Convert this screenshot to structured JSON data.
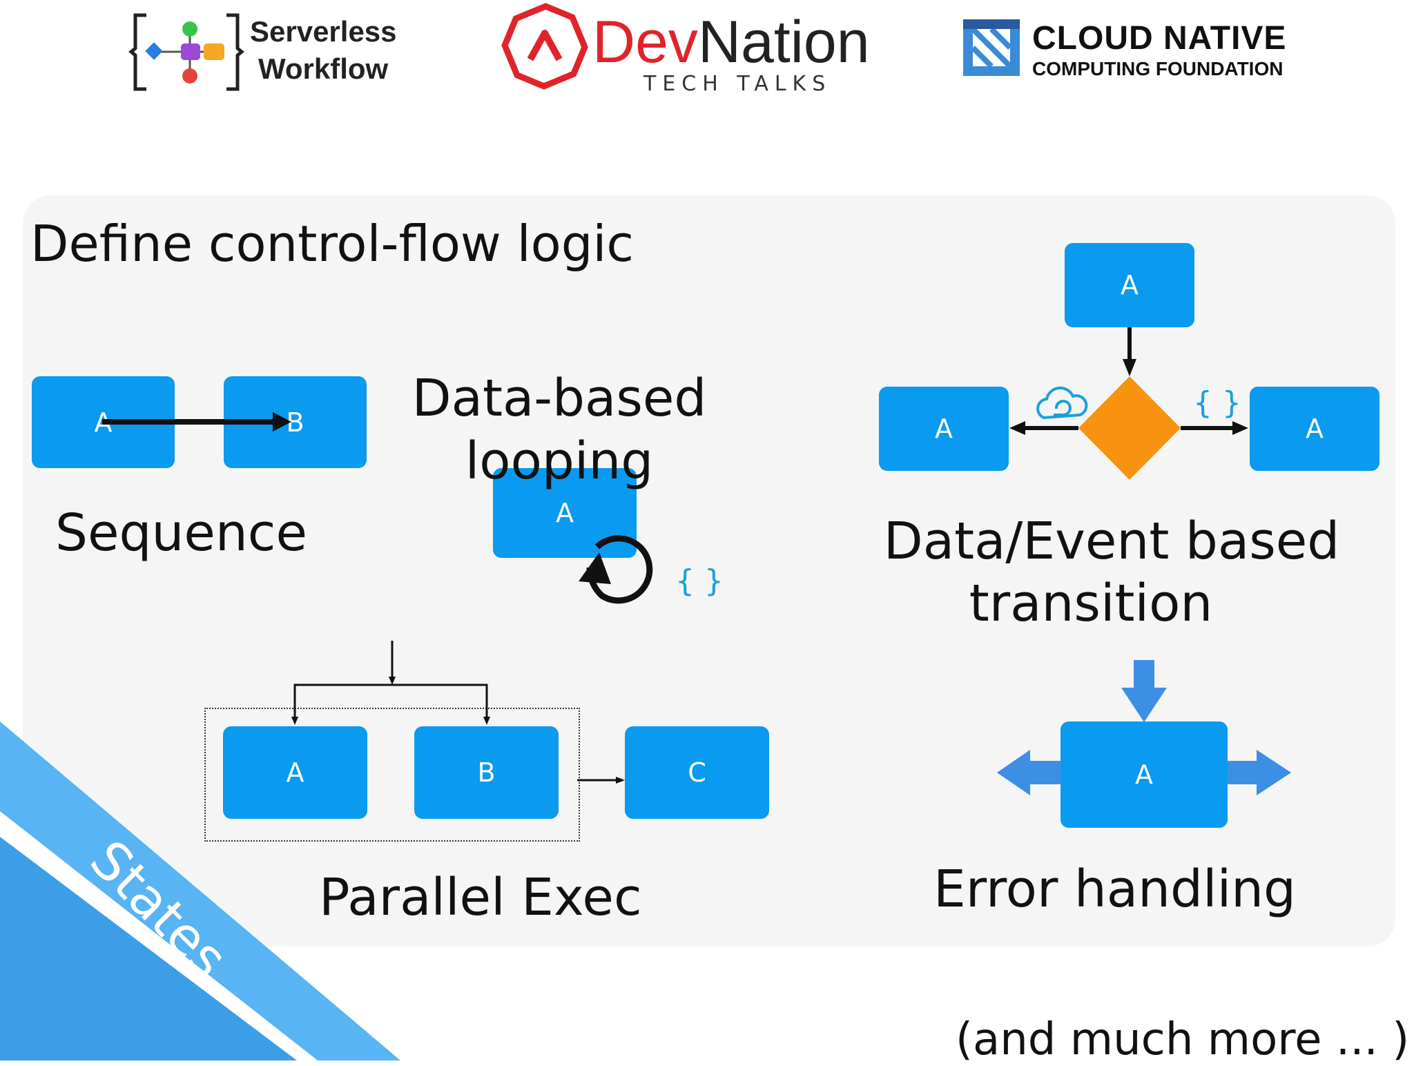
{
  "header": {
    "serverless_logo": {
      "line1": "Serverless",
      "line2": "Workflow"
    },
    "devnation_logo": {
      "dev": "Dev",
      "nation": "Nation",
      "sub": "TECH TALKS"
    },
    "cncf_logo": {
      "line1": "CLOUD NATIVE",
      "line2": "COMPUTING FOUNDATION"
    }
  },
  "slide": {
    "title": "Define control-flow logic",
    "footer": "(and much more ... )",
    "ribbon": "States"
  },
  "sequence": {
    "label": "Sequence",
    "box_a": "A",
    "box_b": "B"
  },
  "looping": {
    "label_line1": "Data-based",
    "label_line2": "looping",
    "box_a": "A",
    "data_icon": "{ }"
  },
  "transition": {
    "label_line1": "Data/Event based",
    "label_line2": "transition",
    "box_top": "A",
    "box_left": "A",
    "box_right": "A",
    "event_icon": "cloud-event-icon",
    "data_icon": "{ }",
    "decision_color": "#f7930f"
  },
  "parallel": {
    "label": "Parallel Exec",
    "box_a": "A",
    "box_b": "B",
    "box_c": "C"
  },
  "error_handling": {
    "label": "Error handling",
    "box_a": "A"
  },
  "colors": {
    "box": "#0a9af0",
    "panel": "#f5f5f5",
    "ribbon": "#4aa9f0",
    "arrow_light": "#3d8fe6",
    "devnation_red": "#e0232b"
  }
}
